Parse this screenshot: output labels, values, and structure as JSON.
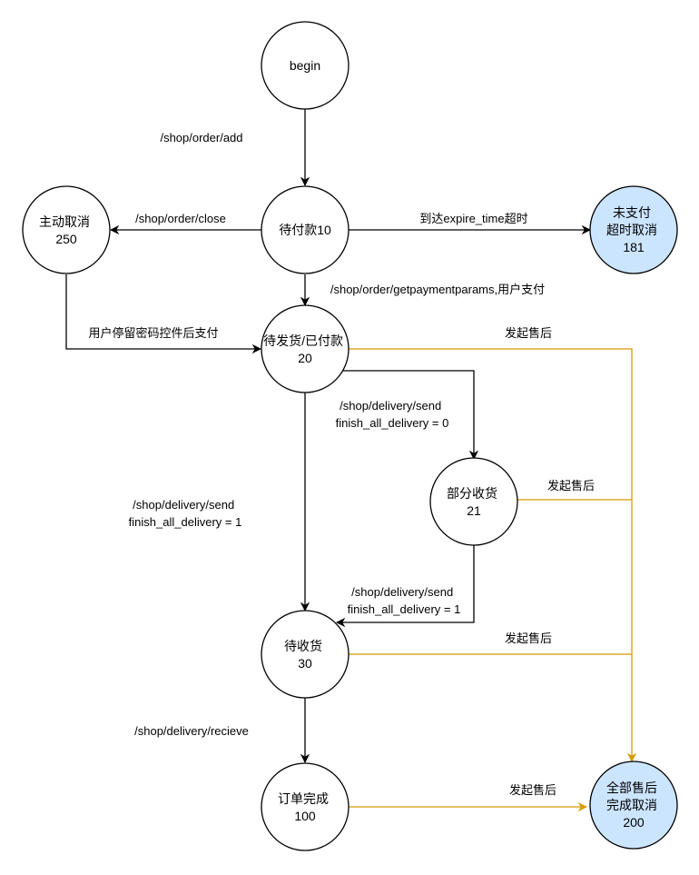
{
  "nodes": {
    "begin": {
      "lines": [
        "begin"
      ]
    },
    "pending_pay": {
      "lines": [
        "待付款10"
      ]
    },
    "active_cancel": {
      "lines": [
        "主动取消",
        "250"
      ]
    },
    "unpaid_timeout": {
      "lines": [
        "未支付",
        "超时取消",
        "181"
      ]
    },
    "pending_ship": {
      "lines": [
        "待发货/已付款",
        "20"
      ]
    },
    "partial_receive": {
      "lines": [
        "部分收货",
        "21"
      ]
    },
    "pending_receive": {
      "lines": [
        "待收货",
        "30"
      ]
    },
    "order_complete": {
      "lines": [
        "订单完成",
        "100"
      ]
    },
    "full_aftersale": {
      "lines": [
        "全部售后",
        "完成取消",
        "200"
      ]
    }
  },
  "edges": {
    "add": {
      "lines": [
        "/shop/order/add"
      ]
    },
    "close": {
      "lines": [
        "/shop/order/close"
      ]
    },
    "timeout": {
      "lines": [
        "到达expire_time超时"
      ]
    },
    "pay": {
      "lines": [
        "/shop/order/getpaymentparams,用户支付"
      ]
    },
    "resume_pay": {
      "lines": [
        "用户停留密码控件后支付"
      ]
    },
    "send_partial": {
      "lines": [
        "/shop/delivery/send",
        "finish_all_delivery = 0"
      ]
    },
    "send_all": {
      "lines": [
        "/shop/delivery/send",
        "finish_all_delivery = 1"
      ]
    },
    "send_rest": {
      "lines": [
        "/shop/delivery/send",
        "finish_all_delivery = 1"
      ]
    },
    "receive": {
      "lines": [
        "/shop/delivery/recieve"
      ]
    },
    "aftersale_20": {
      "lines": [
        "发起售后"
      ]
    },
    "aftersale_21": {
      "lines": [
        "发起售后"
      ]
    },
    "aftersale_30": {
      "lines": [
        "发起售后"
      ]
    },
    "aftersale_100": {
      "lines": [
        "发起售后"
      ]
    }
  },
  "colors": {
    "stroke": "#000000",
    "terminal_fill": "#cce5ff",
    "aftersale_edge": "#d79b00"
  }
}
